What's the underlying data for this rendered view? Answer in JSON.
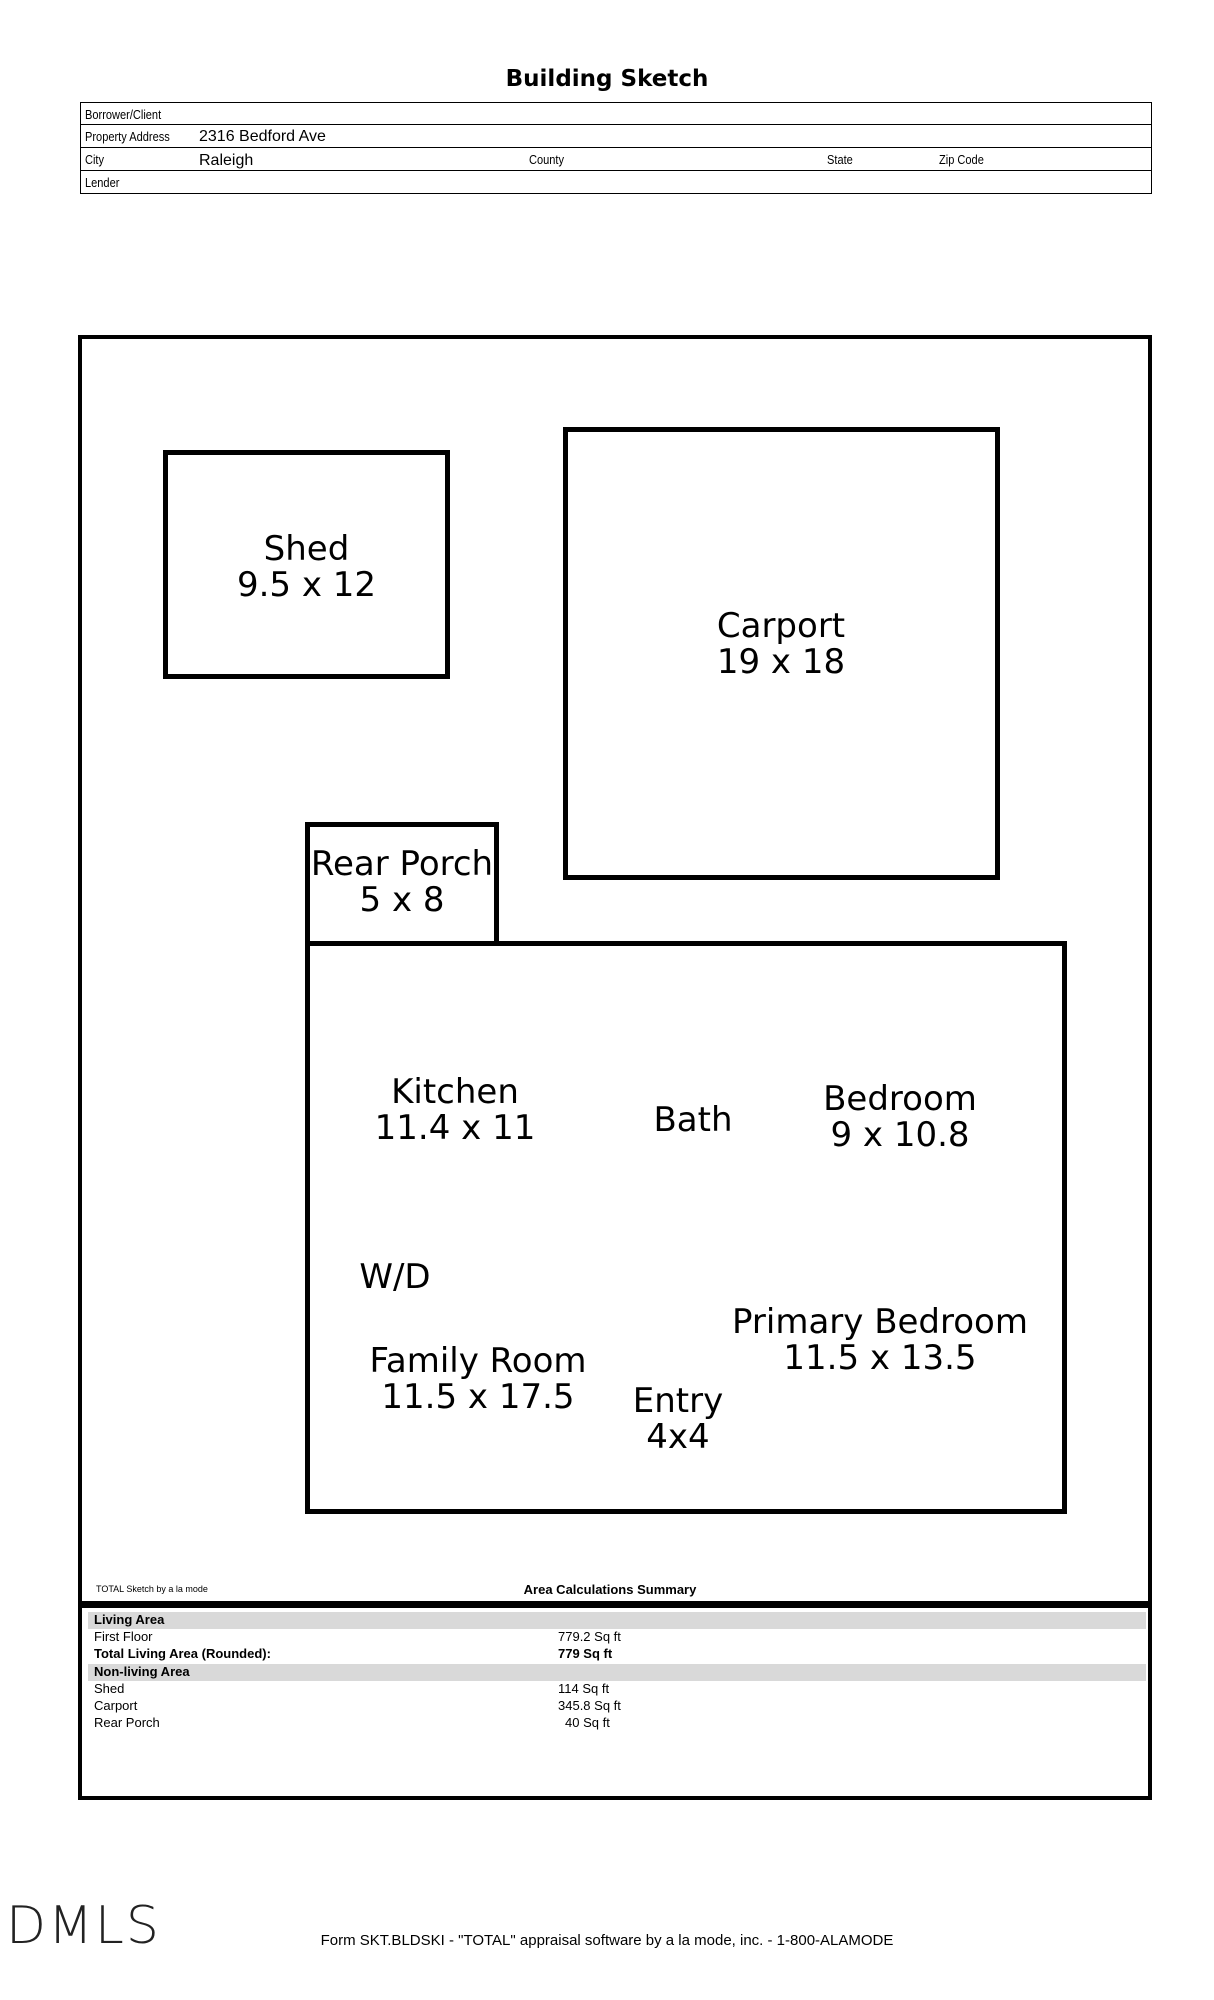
{
  "header": {
    "title": "Building Sketch",
    "fields": {
      "borrower_label": "Borrower/Client",
      "address_label": "Property Address",
      "address_value": "2316 Bedford Ave",
      "city_label": "City",
      "city_value": "Raleigh",
      "county_label": "County",
      "state_label": "State",
      "zip_label": "Zip Code",
      "lender_label": "Lender"
    }
  },
  "sketch": {
    "rooms": {
      "shed": {
        "name": "Shed",
        "dims": "9.5 x 12"
      },
      "carport": {
        "name": "Carport",
        "dims": "19 x 18"
      },
      "rear_porch": {
        "name": "Rear Porch",
        "dims": "5 x 8"
      },
      "kitchen": {
        "name": "Kitchen",
        "dims": "11.4 x 11"
      },
      "bath": {
        "name": "Bath"
      },
      "bedroom": {
        "name": "Bedroom",
        "dims": "9 x 10.8"
      },
      "wd": {
        "name": "W/D"
      },
      "primary_bedroom": {
        "name": "Primary Bedroom",
        "dims": "11.5 x 13.5"
      },
      "family_room": {
        "name": "Family Room",
        "dims": "11.5 x 17.5"
      },
      "entry": {
        "name": "Entry",
        "dims": "4x4"
      }
    }
  },
  "summary": {
    "software_label": "TOTAL Sketch by a la mode",
    "title": "Area Calculations Summary",
    "living_header": "Living Area",
    "living_rows": [
      {
        "name": "First Floor",
        "value": "779.2 Sq ft"
      },
      {
        "name": "Total Living Area (Rounded):",
        "value": "779 Sq ft"
      }
    ],
    "nonliving_header": "Non-living Area",
    "nonliving_rows": [
      {
        "name": "Shed",
        "value": "114 Sq ft"
      },
      {
        "name": "Carport",
        "value": "345.8 Sq ft"
      },
      {
        "name": "Rear Porch",
        "value": "40 Sq ft"
      }
    ]
  },
  "logo": "DMLS",
  "footer": "Form SKT.BLDSKI - \"TOTAL\" appraisal software by a la mode, inc. - 1-800-ALAMODE"
}
